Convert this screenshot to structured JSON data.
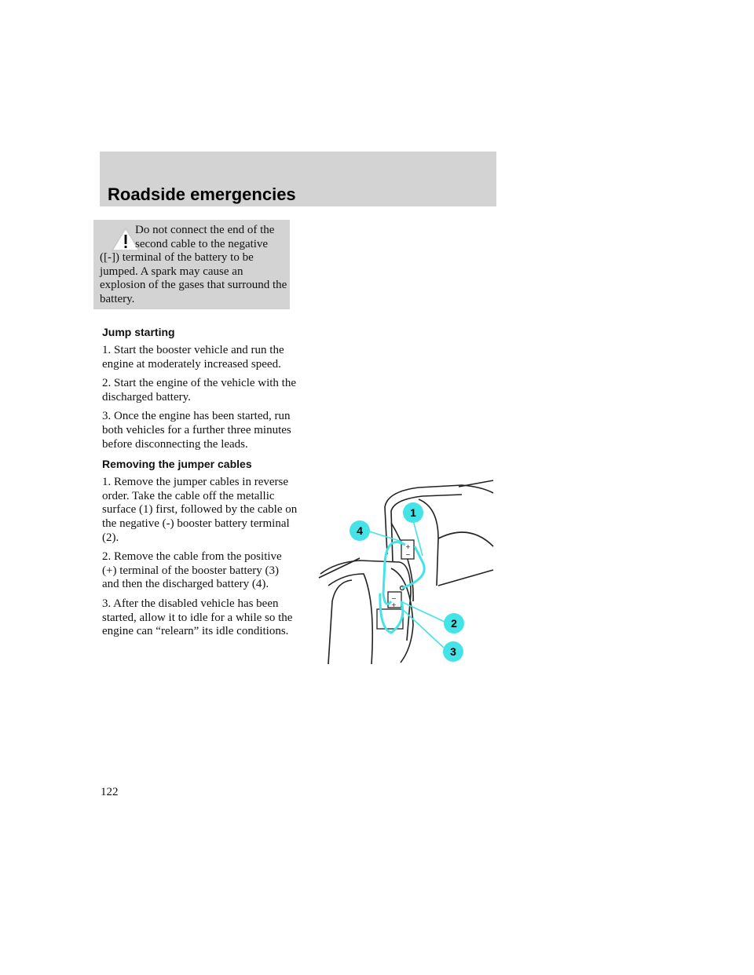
{
  "header": {
    "title": "Roadside emergencies"
  },
  "warning": {
    "text": "Do not connect the end of the second cable to the negative ([-]) terminal of the battery to be jumped. A spark may cause an explosion of the gases that surround the battery."
  },
  "sections": [
    {
      "heading": "Jump starting",
      "paragraphs": [
        "1. Start the booster vehicle and run the engine at moderately increased speed.",
        "2. Start the engine of the vehicle with the discharged battery.",
        "3. Once the engine has been started, run both vehicles for a further three minutes before disconnecting the leads."
      ]
    },
    {
      "heading": "Removing the jumper cables",
      "paragraphs": [
        "1. Remove the jumper cables in reverse order. Take the cable off the metallic surface (1) first, followed by the cable on the negative (-) booster battery terminal (2).",
        "2. Remove the cable from the positive (+) terminal of the booster battery (3) and then the discharged battery (4).",
        "3. After the disabled vehicle has been started, allow it to idle for a while so the engine can “relearn” its idle conditions."
      ]
    }
  ],
  "diagram": {
    "callouts": [
      "1",
      "2",
      "3",
      "4"
    ],
    "cable_color": "#44e3e8"
  },
  "page_number": "122"
}
